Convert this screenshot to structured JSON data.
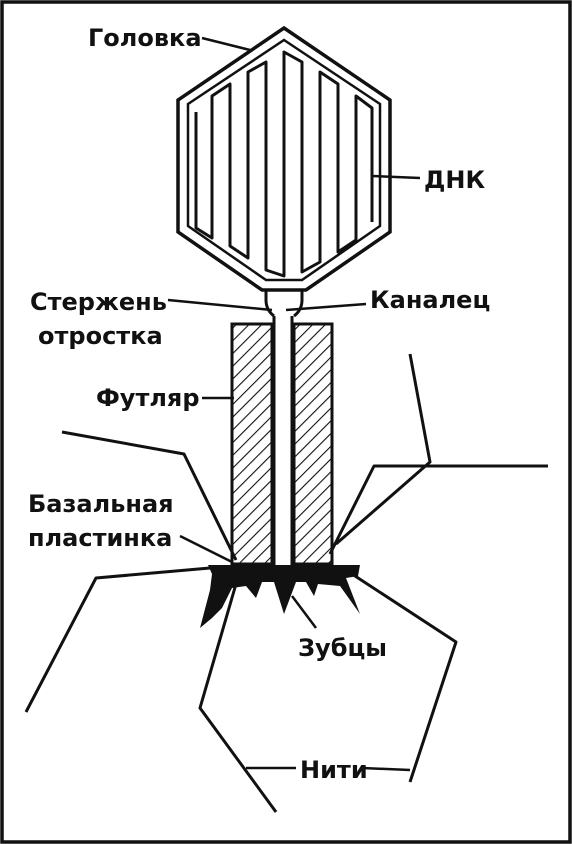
{
  "labels": {
    "head": "Головка",
    "dna": "ДНК",
    "tail_rod_line1": "Стержень",
    "tail_rod_line2": "отростка",
    "channel": "Каналец",
    "sheath": "Футляр",
    "base_plate_line1": "Базальная",
    "base_plate_line2": "пластинка",
    "teeth": "Зубцы",
    "fibers": "Нити"
  },
  "colors": {
    "ink": "#111111",
    "background": "#ffffff"
  }
}
